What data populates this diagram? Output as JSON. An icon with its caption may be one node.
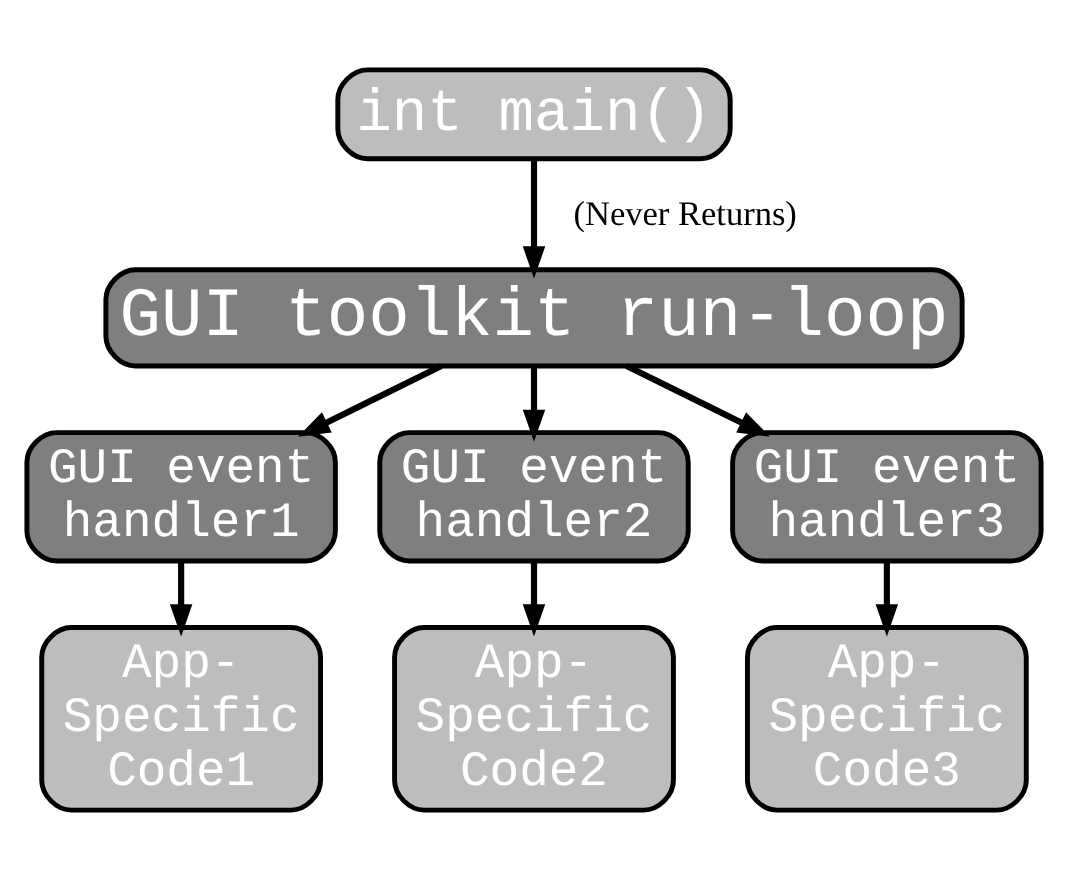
{
  "diagram": {
    "nodes": [
      {
        "text": [
          "int main()"
        ]
      },
      {
        "text": [
          "GUI toolkit run-loop"
        ]
      },
      {
        "text": [
          "GUI event handler1"
        ]
      },
      {
        "text": [
          "GUI event handler2"
        ]
      },
      {
        "text": [
          "GUI event handler3"
        ]
      },
      {
        "text": [
          "App-Specific Code1"
        ]
      },
      {
        "text": [
          "App-Specific Code2"
        ]
      },
      {
        "text": [
          "App-Specific Code3"
        ]
      }
    ],
    "edges": [
      {
        "from": 0,
        "to": 1,
        "arrow": "to",
        "label": "(Never Returns)"
      },
      {
        "from": 1,
        "to": 2,
        "arrow": "to"
      },
      {
        "from": 1,
        "to": 3,
        "arrow": "to"
      },
      {
        "from": 1,
        "to": 4,
        "arrow": "to"
      },
      {
        "from": 2,
        "to": 5,
        "arrow": "to"
      },
      {
        "from": 3,
        "to": 6,
        "arrow": "to"
      },
      {
        "from": 4,
        "to": 7,
        "arrow": "to"
      }
    ]
  }
}
